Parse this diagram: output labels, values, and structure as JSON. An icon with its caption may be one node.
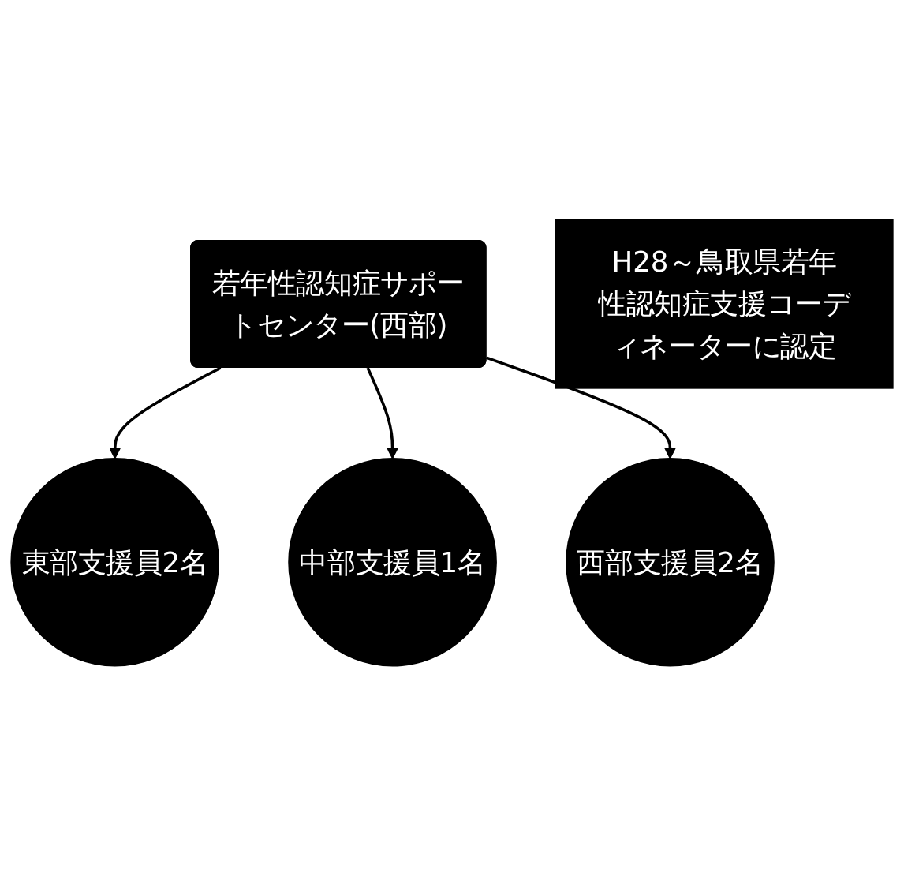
{
  "diagram": {
    "nodes": [
      {
        "text": [
          "若年性認知症サポートセンター(西部)"
        ]
      },
      {
        "text": [
          "東部支援員2名"
        ]
      },
      {
        "text": [
          "中部支援員1名"
        ]
      },
      {
        "text": [
          "西部支援員2名"
        ]
      },
      {
        "text": [
          "H28～鳥取県若年性認知症支援コーディネーターに認定"
        ]
      }
    ],
    "edges": [
      {
        "from": 0,
        "to": 1,
        "arrow": "to"
      },
      {
        "from": 0,
        "to": 2,
        "arrow": "to"
      },
      {
        "from": 0,
        "to": 3,
        "arrow": "to"
      }
    ]
  }
}
